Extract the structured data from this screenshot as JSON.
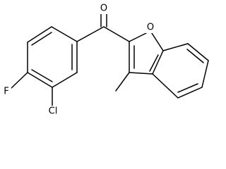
{
  "molecule": {
    "atoms": {
      "oxygen_carbonyl": "O",
      "oxygen_furan": "O",
      "fluorine": "F",
      "chlorine": "Cl"
    }
  },
  "colors": {
    "bond": "#000000",
    "label": "#000000",
    "background": "#ffffff"
  }
}
